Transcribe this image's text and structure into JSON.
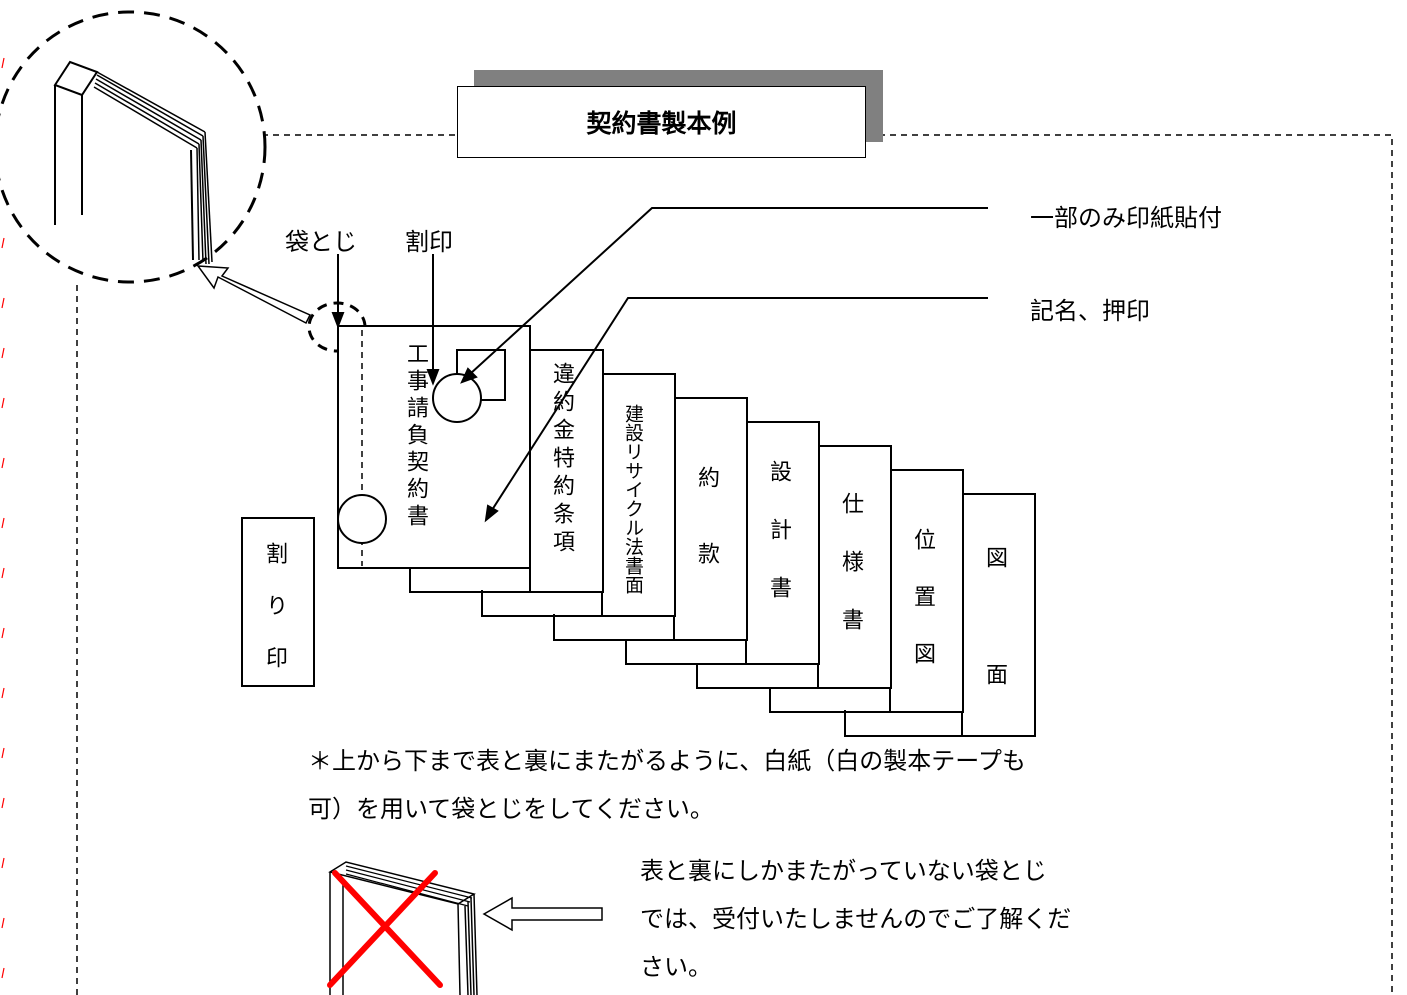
{
  "title": "契約書製本例",
  "labels": {
    "fukuro_toji": "袋とじ",
    "wariin_top": "割印",
    "stamp_partial": "一部のみ印紙貼付",
    "sign_seal": "記名、押印",
    "wariin_box": "割り印"
  },
  "documents": [
    "工事請負契約書",
    "違約金特約条項",
    "建設リサイクル法書面",
    "約款",
    "設計書",
    "仕様書",
    "位置図",
    "図面"
  ],
  "notes": {
    "main_line1": "＊上から下まで表と裏にまたがるように、白紙（白の製本テープも",
    "main_line2": "可）を用いて袋とじをしてください。",
    "bad_line1": "表と裏にしかまたがっていない袋とじ",
    "bad_line2": "では、受付いたしませんのでご了解くだ",
    "bad_line3": "さい。"
  },
  "colors": {
    "cross": "#ff0000",
    "margin_marks": "#ff0000",
    "shadow": "#808080"
  }
}
